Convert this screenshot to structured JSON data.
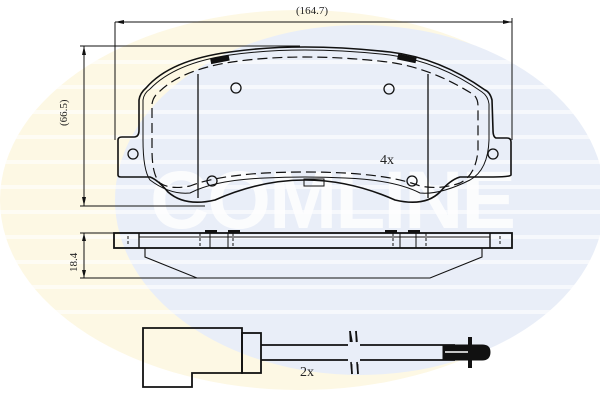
{
  "watermark": {
    "text": "COMLINE",
    "colors": {
      "yellow": "#fdf8e4",
      "blue": "#e9eef8",
      "stripe": "#ffffff"
    }
  },
  "drawing": {
    "line_color": "#111111",
    "dimensions": {
      "width_label": "(164.7)",
      "height_label": "(66.5)",
      "thickness_label": "18.4"
    },
    "quantities": {
      "pad_count": "4x",
      "sensor_count": "2x"
    },
    "views": [
      "pad-front-view",
      "pad-side-view",
      "wear-sensor"
    ]
  }
}
